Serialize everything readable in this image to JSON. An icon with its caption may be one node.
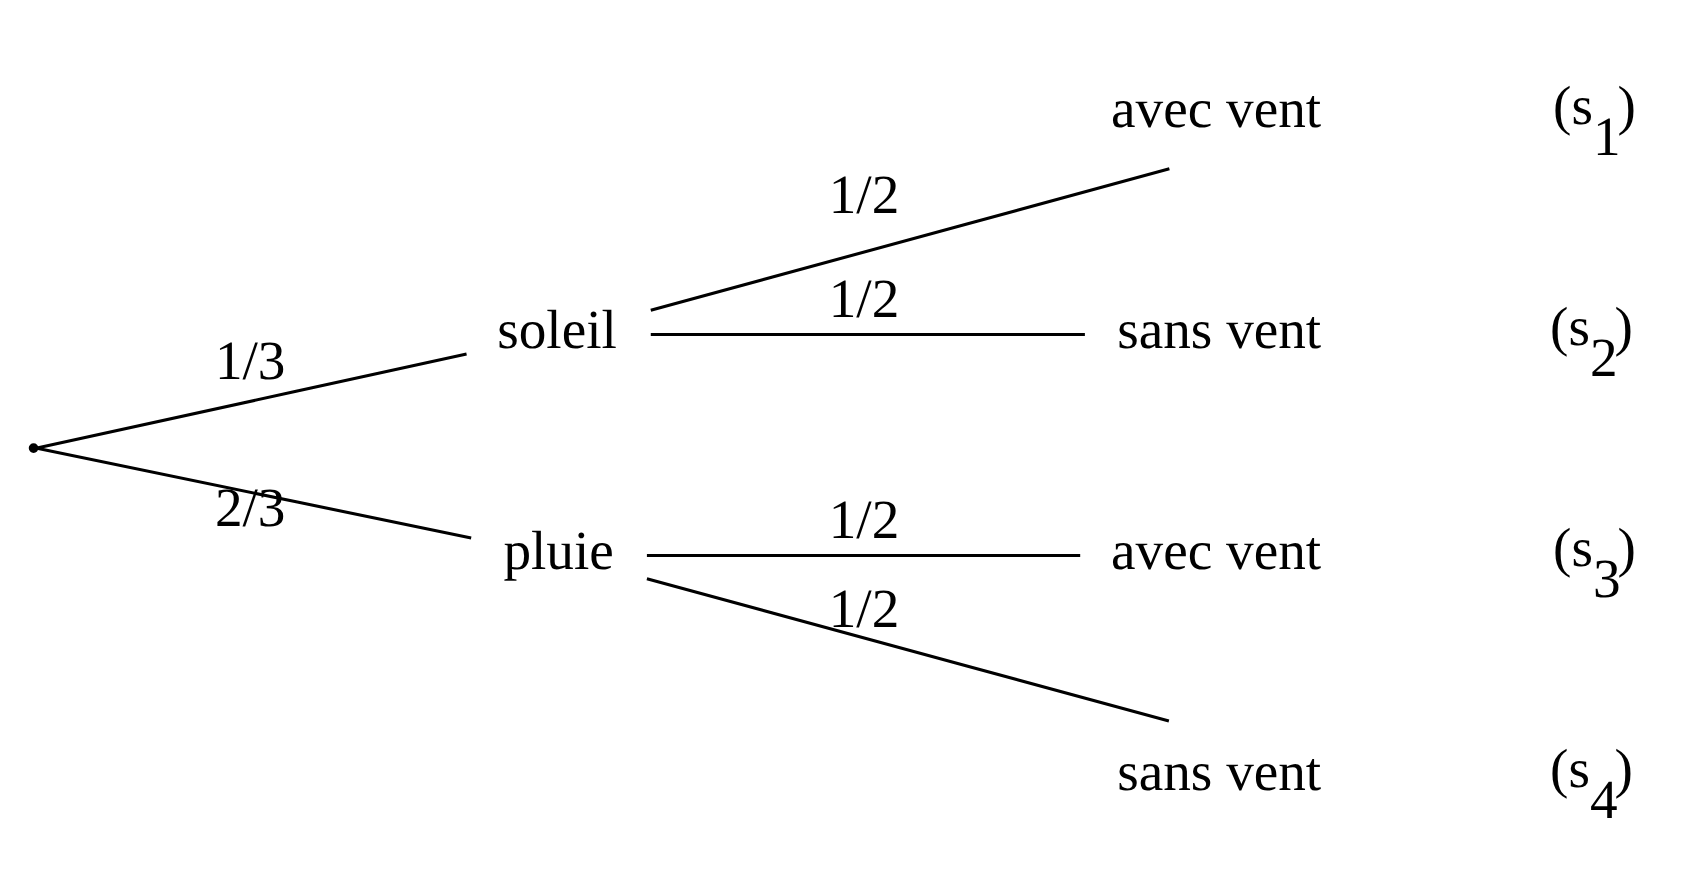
{
  "diagram": {
    "nodes": [
      {
        "text": [],
        "shape": "point"
      },
      {
        "text": [
          "soleil"
        ]
      },
      {
        "text": [
          "pluie"
        ]
      },
      {
        "text": [
          "avec vent"
        ],
        "beside": [
          "(s$_{1}$)"
        ]
      },
      {
        "text": [
          "sans vent"
        ],
        "beside": [
          "(s$_{2}$)"
        ]
      },
      {
        "text": [
          "avec vent"
        ],
        "beside": [
          "(s$_{3}$)"
        ]
      },
      {
        "text": [
          "sans vent"
        ],
        "beside": [
          "(s$_{4}$)"
        ]
      }
    ],
    "edges": [
      {
        "from": 0,
        "to": 1,
        "arrow": "none",
        "label": "1/3"
      },
      {
        "from": 0,
        "to": 2,
        "arrow": "none",
        "label": "2/3"
      },
      {
        "from": 1,
        "to": 3,
        "arrow": "none",
        "label": "1/2"
      },
      {
        "from": 1,
        "to": 4,
        "arrow": "none",
        "label": "1/2"
      },
      {
        "from": 2,
        "to": 5,
        "arrow": "none",
        "label": "1/2"
      },
      {
        "from": 2,
        "to": 6,
        "arrow": "none",
        "label": "1/2"
      }
    ]
  }
}
